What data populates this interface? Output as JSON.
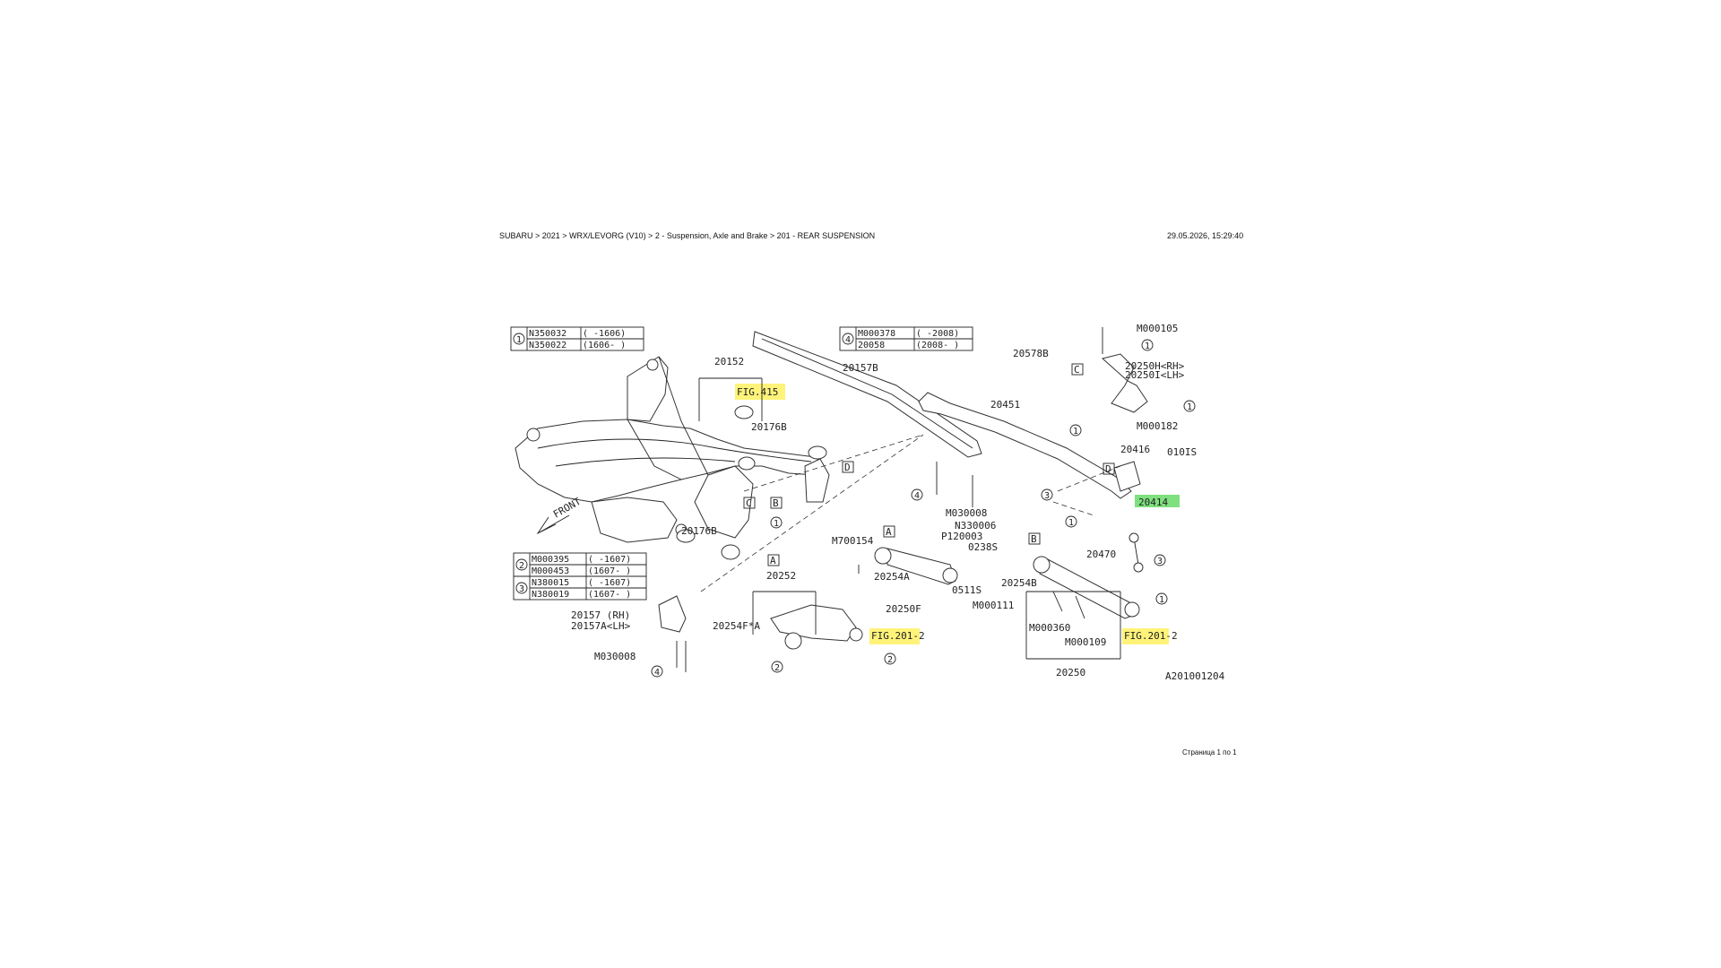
{
  "header": {
    "breadcrumb": "SUBARU > 2021 > WRX/LEVORG (V10) > 2 - Suspension, Axle and Brake > 201 - REAR SUSPENSION",
    "timestamp": "29.05.2026, 15:29:40"
  },
  "footer": {
    "page_info": "Страница 1 по 1"
  },
  "diagram": {
    "figure_id": "A201001204",
    "front_label": "FRONT",
    "highlight_yellow": "#fff37a",
    "highlight_green": "#7ee07e",
    "tables": {
      "t1": {
        "key": "1",
        "rows": [
          [
            "N350032",
            "( -1606)"
          ],
          [
            "N350022",
            "(1606- )"
          ]
        ]
      },
      "t4": {
        "key": "4",
        "rows": [
          [
            "M000378",
            "( -2008)"
          ],
          [
            "20058",
            "(2008- )"
          ]
        ]
      },
      "t2": {
        "key": "2",
        "rows": [
          [
            "M000395",
            "( -1607)"
          ],
          [
            "M000453",
            "(1607- )"
          ]
        ]
      },
      "t3": {
        "key": "3",
        "rows": [
          [
            "N380015",
            "( -1607)"
          ],
          [
            "N380019",
            "(1607- )"
          ]
        ]
      }
    },
    "labels": {
      "p20152": "20152",
      "fig415": "FIG.415",
      "p20176b_top": "20176B",
      "p20176b_bot": "20176B",
      "p20157b": "20157B",
      "p20451": "20451",
      "m000105": "M000105",
      "p20578b": "20578B",
      "p20250h": "20250H<RH>",
      "p20250i": "20250I<LH>",
      "m000182": "M000182",
      "p20416": "20416",
      "p010is": "010IS",
      "p20414": "20414",
      "m030008a": "M030008",
      "n330006": "N330006",
      "p120003": "P120003",
      "p0238s": "0238S",
      "m700154": "M700154",
      "p20254a": "20254A",
      "p20250f": "20250F",
      "p0511s": "0511S",
      "m000111": "M000111",
      "p20254b": "20254B",
      "p20470": "20470",
      "m000360": "M000360",
      "m000109": "M000109",
      "fig201b": "FIG.201-2",
      "p20250": "20250",
      "p20252": "20252",
      "p20254fa": "20254F*A",
      "fig201a": "FIG.201-2",
      "p20157rh": "20157 (RH)",
      "p20157alh": "20157A<LH>",
      "m030008b": "M030008"
    },
    "callouts": {
      "boxA1": "A",
      "boxA2": "A",
      "boxB1": "B",
      "boxB2": "B",
      "boxC1": "C",
      "boxC2": "C",
      "boxD1": "D",
      "boxD2": "D",
      "c1a": "1",
      "c1b": "1",
      "c1c": "1",
      "c1d": "1",
      "c1e": "1",
      "c1f": "1",
      "c2a": "2",
      "c2b": "2",
      "c3a": "3",
      "c3b": "3",
      "c4a": "4",
      "c4b": "4"
    }
  }
}
